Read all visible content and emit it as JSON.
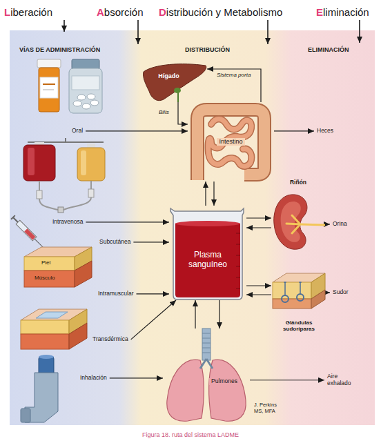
{
  "diagram": {
    "caption": "Figura 18. ruta del sistema LADME",
    "nodes": [
      {
        "text": [
          "Oral"
        ]
      },
      {
        "text": [
          "Intravenosa"
        ]
      },
      {
        "text": [
          "Subcutánea"
        ]
      },
      {
        "text": [
          "Intramuscular"
        ]
      },
      {
        "text": [
          "Transdérmica"
        ]
      },
      {
        "text": [
          "Inhalación"
        ]
      },
      {
        "text": [
          "Hígado"
        ]
      },
      {
        "text": [
          "Intestino"
        ]
      },
      {
        "text": [
          "Plasma sanguíneo"
        ]
      },
      {
        "text": [
          "Pulmones"
        ]
      },
      {
        "text": [
          "Riñón"
        ]
      },
      {
        "text": [
          "Glándulas sudoríparas"
        ]
      },
      {
        "text": [
          "Heces"
        ]
      },
      {
        "text": [
          "Orina"
        ]
      },
      {
        "text": [
          "Sudor"
        ]
      },
      {
        "text": [
          "Aire exhalado"
        ]
      }
    ],
    "edges": [
      {
        "from": 0,
        "to": 7,
        "arrow": "to"
      },
      {
        "from": 7,
        "to": 6,
        "label": "Sistema porta",
        "arrow": "to"
      },
      {
        "from": 6,
        "to": 7,
        "label": "Bilis",
        "arrow": "to"
      },
      {
        "from": 7,
        "to": 12,
        "arrow": "to"
      },
      {
        "from": 7,
        "to": 8,
        "arrow": "to"
      },
      {
        "from": 8,
        "to": 7,
        "arrow": "to"
      },
      {
        "from": 1,
        "to": 8,
        "arrow": "to"
      },
      {
        "from": 2,
        "to": 8,
        "arrow": "to"
      },
      {
        "from": 3,
        "to": 8,
        "arrow": "to"
      },
      {
        "from": 4,
        "to": 8,
        "arrow": "to"
      },
      {
        "from": 5,
        "to": 9,
        "arrow": "to"
      },
      {
        "from": 8,
        "to": 10,
        "arrow": "to"
      },
      {
        "from": 10,
        "to": 8,
        "arrow": "to"
      },
      {
        "from": 10,
        "to": 13,
        "arrow": "to"
      },
      {
        "from": 8,
        "to": 11,
        "arrow": "to"
      },
      {
        "from": 11,
        "to": 8,
        "arrow": "to"
      },
      {
        "from": 11,
        "to": 14,
        "arrow": "to"
      },
      {
        "from": 8,
        "to": 9,
        "arrow": "to"
      },
      {
        "from": 9,
        "to": 8,
        "arrow": "to"
      },
      {
        "from": 9,
        "to": 15,
        "arrow": "to"
      }
    ],
    "labels": [
      "Liberación",
      "Absorción",
      "Distribución y Metabolismo",
      "Eliminación",
      "VÍAS DE ADMINISTRACIÓN",
      "DISTRIBUCIÓN",
      "ELIMINACIÓN",
      "Piel",
      "Músculo",
      "J. Perkins MS, MFA"
    ]
  }
}
